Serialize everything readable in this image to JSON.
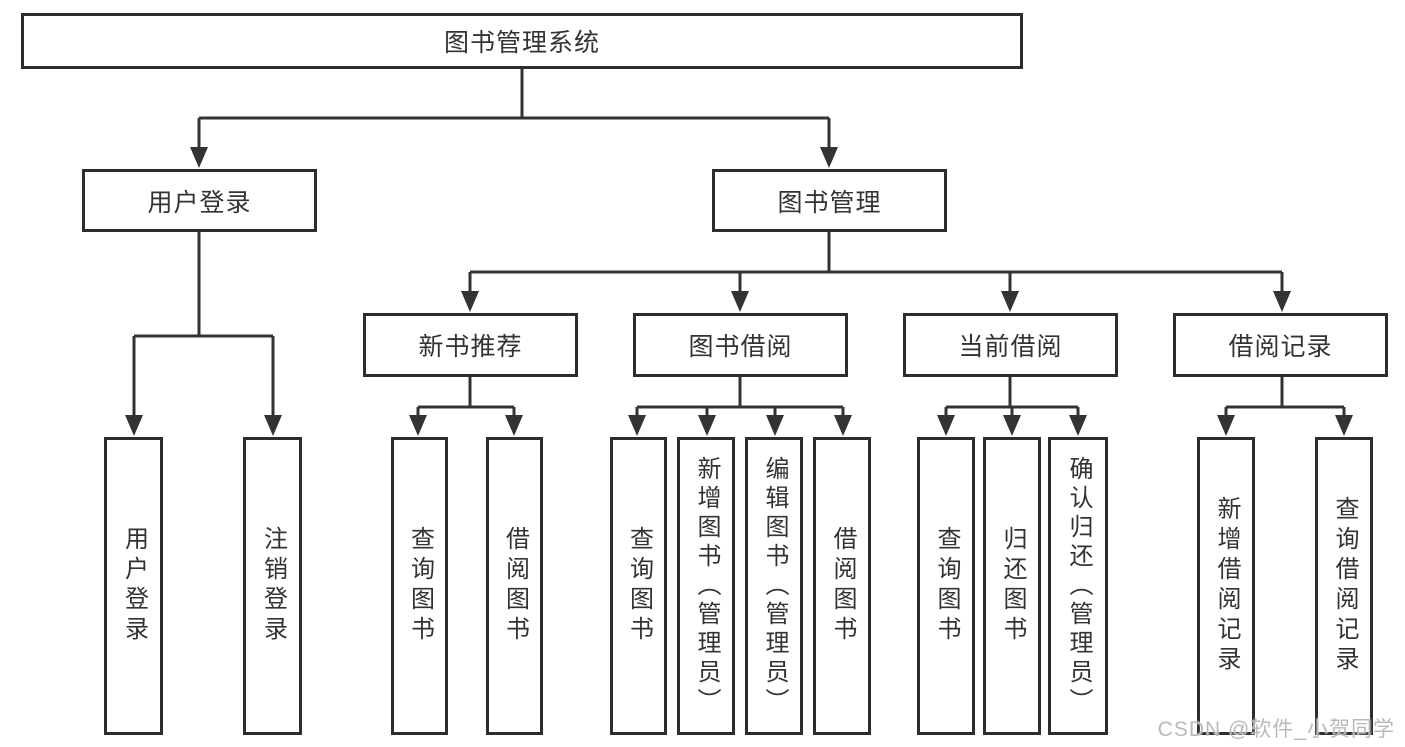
{
  "diagram": {
    "root": {
      "label": "图书管理系统"
    },
    "branches": {
      "user_login": {
        "label": "用户登录",
        "children": {
          "login": {
            "label": "用户登录"
          },
          "logout": {
            "label": "注销登录"
          }
        }
      },
      "book_mgmt": {
        "label": "图书管理",
        "children": {
          "new_books": {
            "label": "新书推荐",
            "children": {
              "query": {
                "label": "查询图书"
              },
              "borrow": {
                "label": "借阅图书"
              }
            }
          },
          "borrowing": {
            "label": "图书借阅",
            "children": {
              "query": {
                "label": "查询图书"
              },
              "add": {
                "label": "新增图书（管理员）"
              },
              "edit": {
                "label": "编辑图书（管理员）"
              },
              "borrow": {
                "label": "借阅图书"
              }
            }
          },
          "current": {
            "label": "当前借阅",
            "children": {
              "query": {
                "label": "查询图书"
              },
              "return": {
                "label": "归还图书"
              },
              "confirm": {
                "label": "确认归还（管理员）"
              }
            }
          },
          "records": {
            "label": "借阅记录",
            "children": {
              "add": {
                "label": "新增借阅记录"
              },
              "query": {
                "label": "查询借阅记录"
              }
            }
          }
        }
      }
    }
  },
  "watermark": {
    "text": "CSDN @软件_小贺同学"
  },
  "colors": {
    "line": "#333333",
    "box_border": "#2d2d2d",
    "text": "#333333",
    "watermark": "#b9b9b9",
    "background": "#ffffff"
  }
}
